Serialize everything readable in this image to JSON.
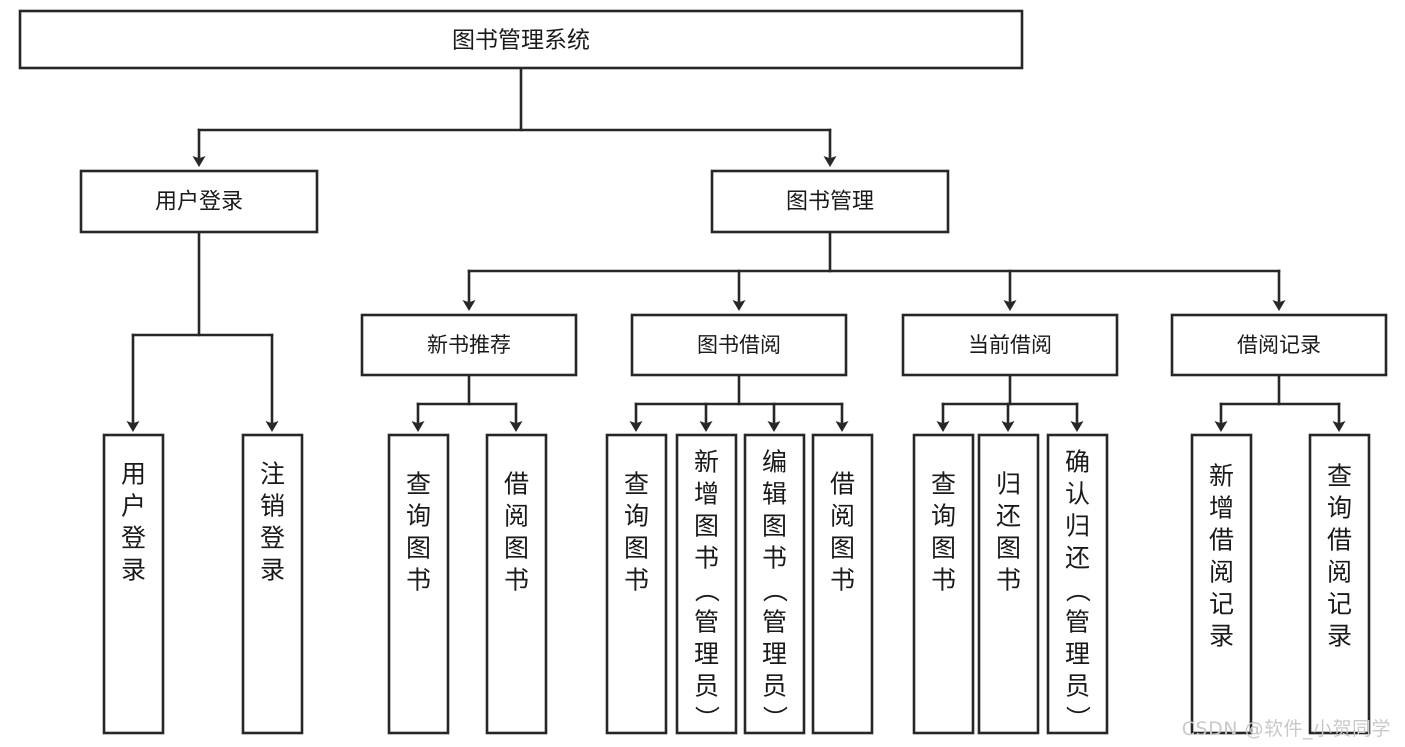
{
  "diagram": {
    "type": "tree",
    "title": "图书管理系统",
    "watermark": "CSDN @软件_小贺同学",
    "colors": {
      "stroke": "#27272a",
      "fill": "#ffffff",
      "text": "#1a1a1a",
      "watermark": "#c9c9c9"
    },
    "root": {
      "id": "root",
      "label": "图书管理系统"
    },
    "level1": [
      {
        "id": "user-login",
        "label": "用户登录"
      },
      {
        "id": "book-manage",
        "label": "图书管理"
      }
    ],
    "level2": [
      {
        "id": "new-book-rec",
        "label": "新书推荐"
      },
      {
        "id": "book-borrow",
        "label": "图书借阅"
      },
      {
        "id": "current-borrow",
        "label": "当前借阅"
      },
      {
        "id": "borrow-record",
        "label": "借阅记录"
      }
    ],
    "leaves": {
      "user-login": [
        {
          "id": "leaf-user-login",
          "label": "用户登录"
        },
        {
          "id": "leaf-logout-login",
          "label": "注销登录"
        }
      ],
      "new-book-rec": [
        {
          "id": "leaf-query-book-1",
          "label": "查询图书"
        },
        {
          "id": "leaf-borrow-book-1",
          "label": "借阅图书"
        }
      ],
      "book-borrow": [
        {
          "id": "leaf-query-book-2",
          "label": "查询图书"
        },
        {
          "id": "leaf-add-book",
          "label": "新增图书（管理员）"
        },
        {
          "id": "leaf-edit-book",
          "label": "编辑图书（管理员）"
        },
        {
          "id": "leaf-borrow-book-2",
          "label": "借阅图书"
        }
      ],
      "current-borrow": [
        {
          "id": "leaf-query-book-3",
          "label": "查询图书"
        },
        {
          "id": "leaf-return-book",
          "label": "归还图书"
        },
        {
          "id": "leaf-confirm-return",
          "label": "确认归还（管理员）"
        }
      ],
      "borrow-record": [
        {
          "id": "leaf-add-record",
          "label": "新增借阅记录"
        },
        {
          "id": "leaf-query-record",
          "label": "查询借阅记录"
        }
      ]
    }
  }
}
